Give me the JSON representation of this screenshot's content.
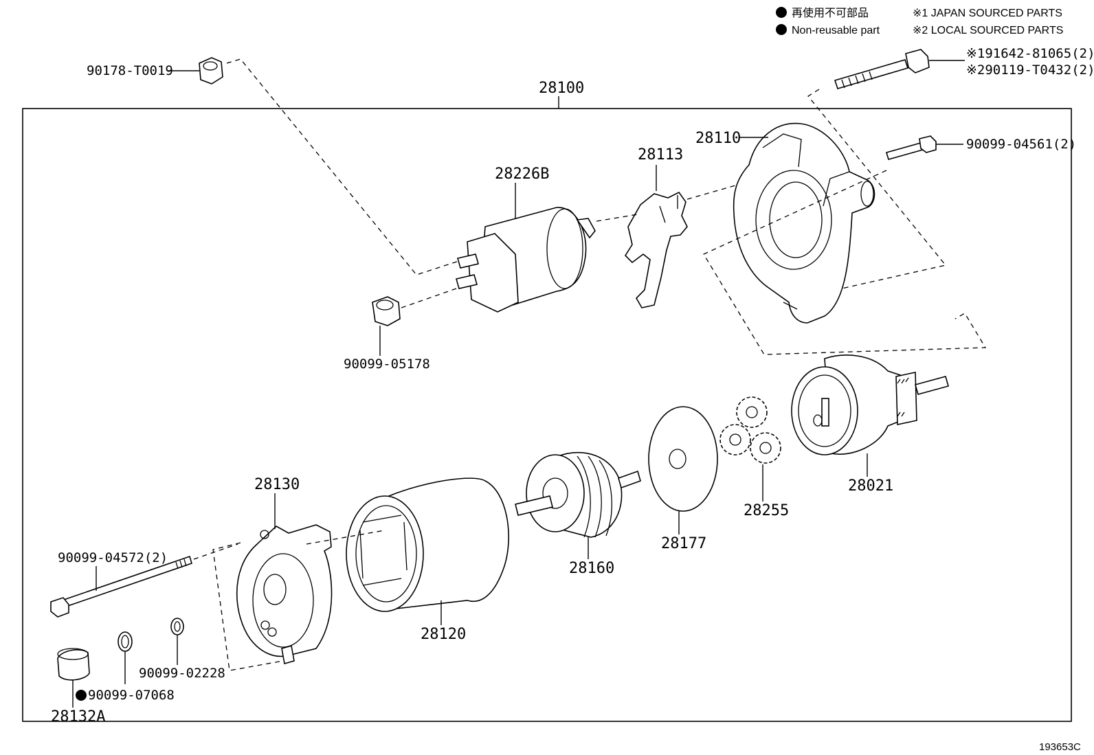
{
  "legend": {
    "reuse_jp": "再使用不可部品",
    "reuse_en": "Non-reusable part",
    "source1": "※1 JAPAN SOURCED PARTS",
    "source2": "※2 LOCAL SOURCED PARTS"
  },
  "diagram_id": "193653C",
  "assembly": "28100",
  "parts": {
    "p90178": "90178-T0019",
    "p91642": "※191642-81065(2)",
    "p90119": "※290119-T0432(2)",
    "p28110": "28110",
    "p90099_04561": "90099-04561(2)",
    "p28113": "28113",
    "p28226b": "28226B",
    "p90099_05178": "90099-05178",
    "p28021": "28021",
    "p28255": "28255",
    "p28177": "28177",
    "p28160": "28160",
    "p28130": "28130",
    "p90099_04572": "90099-04572(2)",
    "p28120": "28120",
    "p90099_02228": "90099-02228",
    "p90099_07068": "90099-07068",
    "p28132a": "28132A"
  },
  "colors": {
    "ink": "#000000",
    "paper": "#ffffff"
  }
}
